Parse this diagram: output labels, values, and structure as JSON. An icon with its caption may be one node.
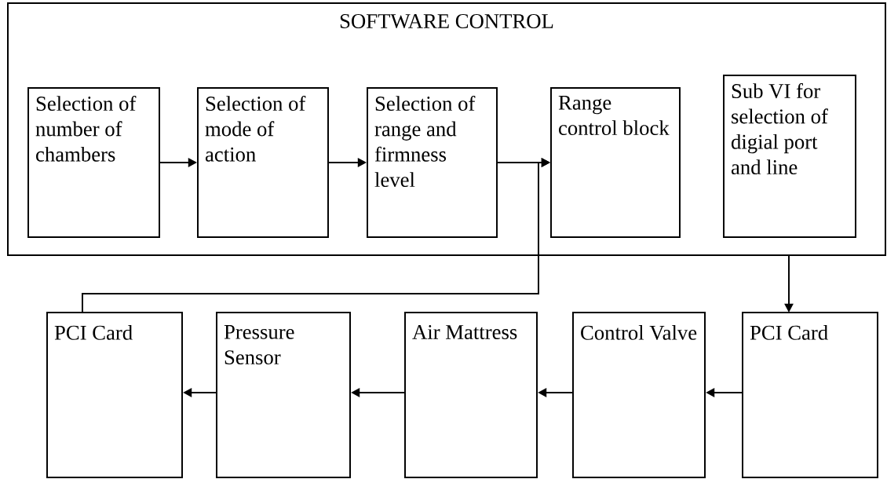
{
  "diagram": {
    "nodes": [
      {
        "text": [
          "SOFTWARE CONTROL"
        ]
      },
      {
        "text": [
          "Selection of number of chambers"
        ],
        "in": 0
      },
      {
        "text": [
          "Selection of mode of action"
        ],
        "in": 0
      },
      {
        "text": [
          "Selection of range and firmness level"
        ],
        "in": 0
      },
      {
        "text": [
          "Range control block"
        ],
        "in": 0
      },
      {
        "text": [
          "Sub VI for selection of digial port and line"
        ],
        "in": 0
      },
      {
        "text": [
          "PCI Card"
        ]
      },
      {
        "text": [
          "Pressure Sensor"
        ]
      },
      {
        "text": [
          "Air Mattress"
        ]
      },
      {
        "text": [
          "Control Valve"
        ]
      },
      {
        "text": [
          "PCI Card"
        ]
      }
    ],
    "edges": [
      {
        "from": 1,
        "to": 2,
        "arrow": "to"
      },
      {
        "from": 2,
        "to": 3,
        "arrow": "to"
      },
      {
        "from": 3,
        "to": 4,
        "arrow": "to"
      },
      {
        "from": 5,
        "to": 10,
        "arrow": "to"
      },
      {
        "from": 10,
        "to": 9,
        "arrow": "to"
      },
      {
        "from": 9,
        "to": 8,
        "arrow": "to"
      },
      {
        "from": 8,
        "to": 7,
        "arrow": "to"
      },
      {
        "from": 7,
        "to": 6,
        "arrow": "to"
      },
      {
        "from": 6,
        "to": 4,
        "arrow": "to"
      }
    ]
  }
}
